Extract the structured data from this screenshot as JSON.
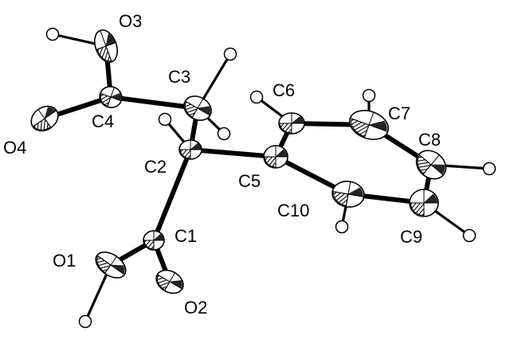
{
  "atoms": [
    {
      "id": "O3",
      "label": "O3"
    },
    {
      "id": "C4",
      "label": "C4"
    },
    {
      "id": "O4",
      "label": "O4"
    },
    {
      "id": "C3",
      "label": "C3"
    },
    {
      "id": "C2",
      "label": "C2"
    },
    {
      "id": "C1",
      "label": "C1"
    },
    {
      "id": "O1",
      "label": "O1"
    },
    {
      "id": "O2",
      "label": "O2"
    },
    {
      "id": "C5",
      "label": "C5"
    },
    {
      "id": "C6",
      "label": "C6"
    },
    {
      "id": "C7",
      "label": "C7"
    },
    {
      "id": "C8",
      "label": "C8"
    },
    {
      "id": "C9",
      "label": "C9"
    },
    {
      "id": "C10",
      "label": "C10"
    }
  ],
  "bonds": [
    [
      "O3",
      "C4"
    ],
    [
      "O4",
      "C4"
    ],
    [
      "C4",
      "C3"
    ],
    [
      "C3",
      "C2"
    ],
    [
      "C2",
      "C1"
    ],
    [
      "C1",
      "O1"
    ],
    [
      "C1",
      "O2"
    ],
    [
      "C2",
      "C5"
    ],
    [
      "C5",
      "C6"
    ],
    [
      "C6",
      "C7"
    ],
    [
      "C7",
      "C8"
    ],
    [
      "C8",
      "C9"
    ],
    [
      "C9",
      "C10"
    ],
    [
      "C10",
      "C5"
    ]
  ],
  "hydrogen_bonds": [
    [
      "O3",
      "H-O3"
    ],
    [
      "C3",
      "H-C3a"
    ],
    [
      "C3",
      "H-C3b"
    ],
    [
      "C2",
      "H-C2"
    ],
    [
      "O1",
      "H-O1"
    ],
    [
      "C6",
      "H-C6"
    ],
    [
      "C7",
      "H-C7"
    ],
    [
      "C8",
      "H-C8"
    ],
    [
      "C9",
      "H-C9"
    ],
    [
      "C10",
      "H-C10"
    ]
  ]
}
